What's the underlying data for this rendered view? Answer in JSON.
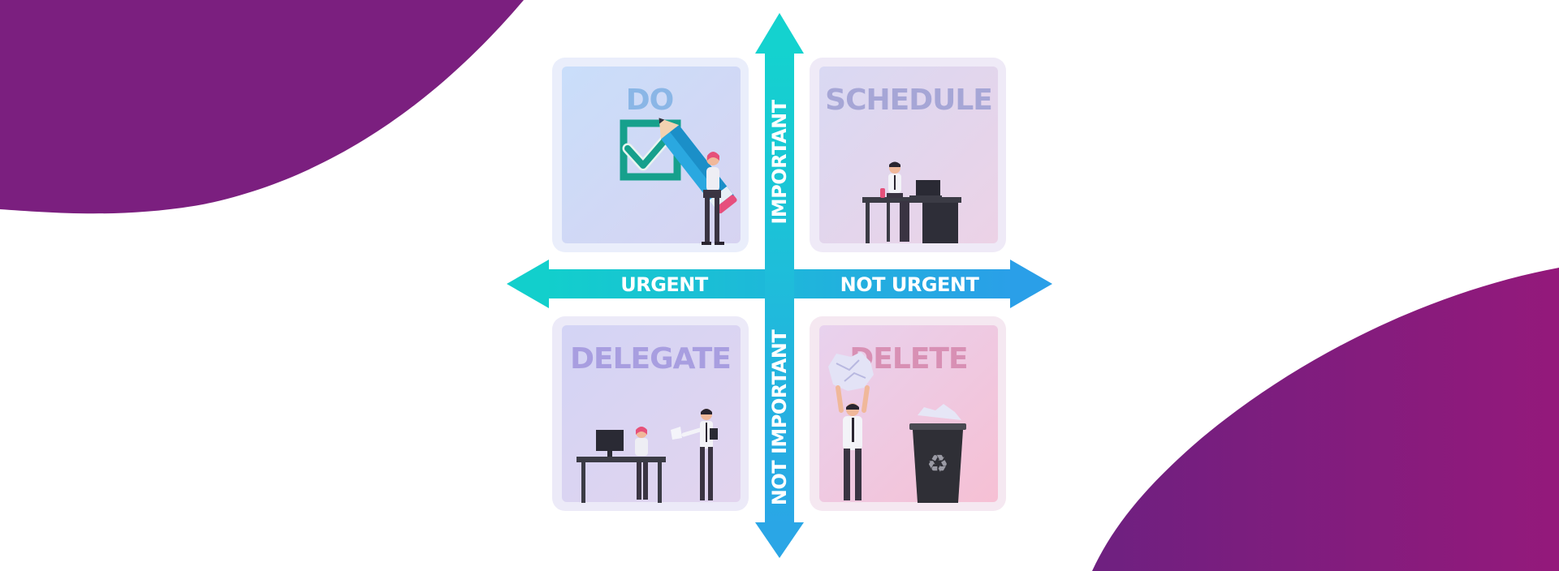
{
  "quadrants": {
    "do": {
      "title": "DO"
    },
    "schedule": {
      "title": "SCHEDULE"
    },
    "delegate": {
      "title": "DELEGATE"
    },
    "delete": {
      "title": "DELETE"
    }
  },
  "axes": {
    "top": "IMPORTANT",
    "bottom": "NOT IMPORTANT",
    "left": "URGENT",
    "right": "NOT URGENT"
  },
  "colors": {
    "brand_purple": "#7b1f7f",
    "brand_magenta": "#8d1a7c",
    "arrow_cyan": "#14c9d6",
    "arrow_blue": "#2aa7e8",
    "do_title": "#8ab6e6",
    "schedule_title": "#a6a6d6",
    "delegate_title": "#a89ee0",
    "delete_title": "#d890b4",
    "check_green": "#16a08c"
  },
  "icons": [
    "checkbox-check-icon",
    "pencil-icon",
    "laptop-icon",
    "desk-icon",
    "recycle-bin-icon",
    "crumpled-paper-icon",
    "monitor-icon"
  ]
}
